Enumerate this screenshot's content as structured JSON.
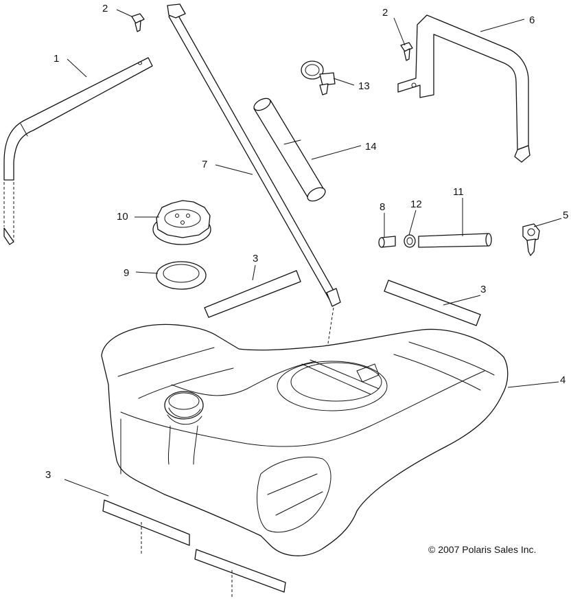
{
  "callouts": {
    "c1": "1",
    "c2a": "2",
    "c2b": "2",
    "c3a": "3",
    "c3b": "3",
    "c3c": "3",
    "c4": "4",
    "c5": "5",
    "c6": "6",
    "c7": "7",
    "c8": "8",
    "c9": "9",
    "c10": "10",
    "c11": "11",
    "c12": "12",
    "c13": "13",
    "c14": "14"
  },
  "copyright": "© 2007 Polaris Sales Inc."
}
